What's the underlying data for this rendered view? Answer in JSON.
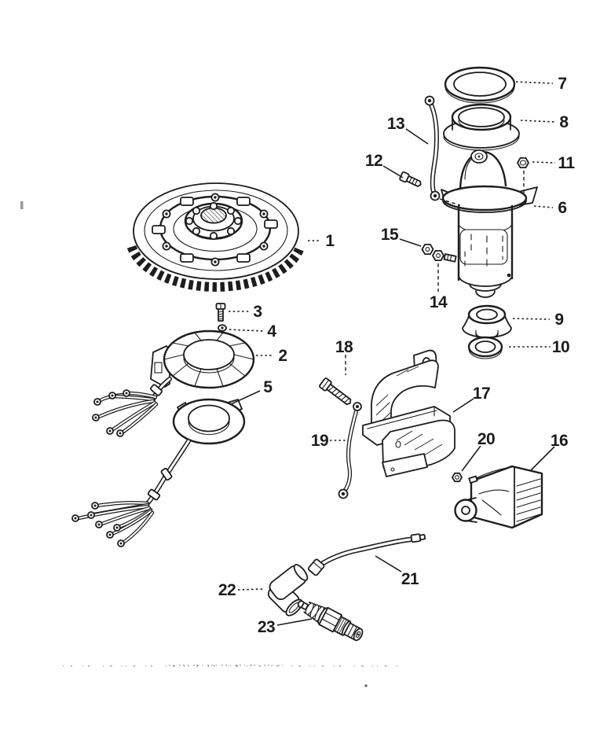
{
  "figure": {
    "kind": "exploded-parts-diagram",
    "subject": "Flywheel, starter motor and ignition components",
    "style": "black-and-white line art",
    "background_color": "#ffffff",
    "ink_color": "#1d1d1d"
  },
  "parts": [
    {
      "label": "1",
      "name": "flywheel-ring-gear"
    },
    {
      "label": "2",
      "name": "stator-assembly"
    },
    {
      "label": "3",
      "name": "stator-screw"
    },
    {
      "label": "4",
      "name": "lockwasher"
    },
    {
      "label": "5",
      "name": "trigger-plate-assembly"
    },
    {
      "label": "6",
      "name": "starter-motor"
    },
    {
      "label": "7",
      "name": "o-ring"
    },
    {
      "label": "8",
      "name": "spacer-collar"
    },
    {
      "label": "9",
      "name": "rubber-mount"
    },
    {
      "label": "10",
      "name": "washer"
    },
    {
      "label": "11",
      "name": "hex-nut"
    },
    {
      "label": "12",
      "name": "screw"
    },
    {
      "label": "13",
      "name": "starter-cable"
    },
    {
      "label": "14",
      "name": "hex-nut"
    },
    {
      "label": "15",
      "name": "hex-nut"
    },
    {
      "label": "16",
      "name": "ignition-coil"
    },
    {
      "label": "17",
      "name": "coil-mounting-bracket"
    },
    {
      "label": "18",
      "name": "bolt"
    },
    {
      "label": "19",
      "name": "ground-wire"
    },
    {
      "label": "20",
      "name": "hex-nut"
    },
    {
      "label": "21",
      "name": "spark-plug-lead"
    },
    {
      "label": "22",
      "name": "spark-plug-boot"
    },
    {
      "label": "23",
      "name": "spark-plug"
    }
  ]
}
